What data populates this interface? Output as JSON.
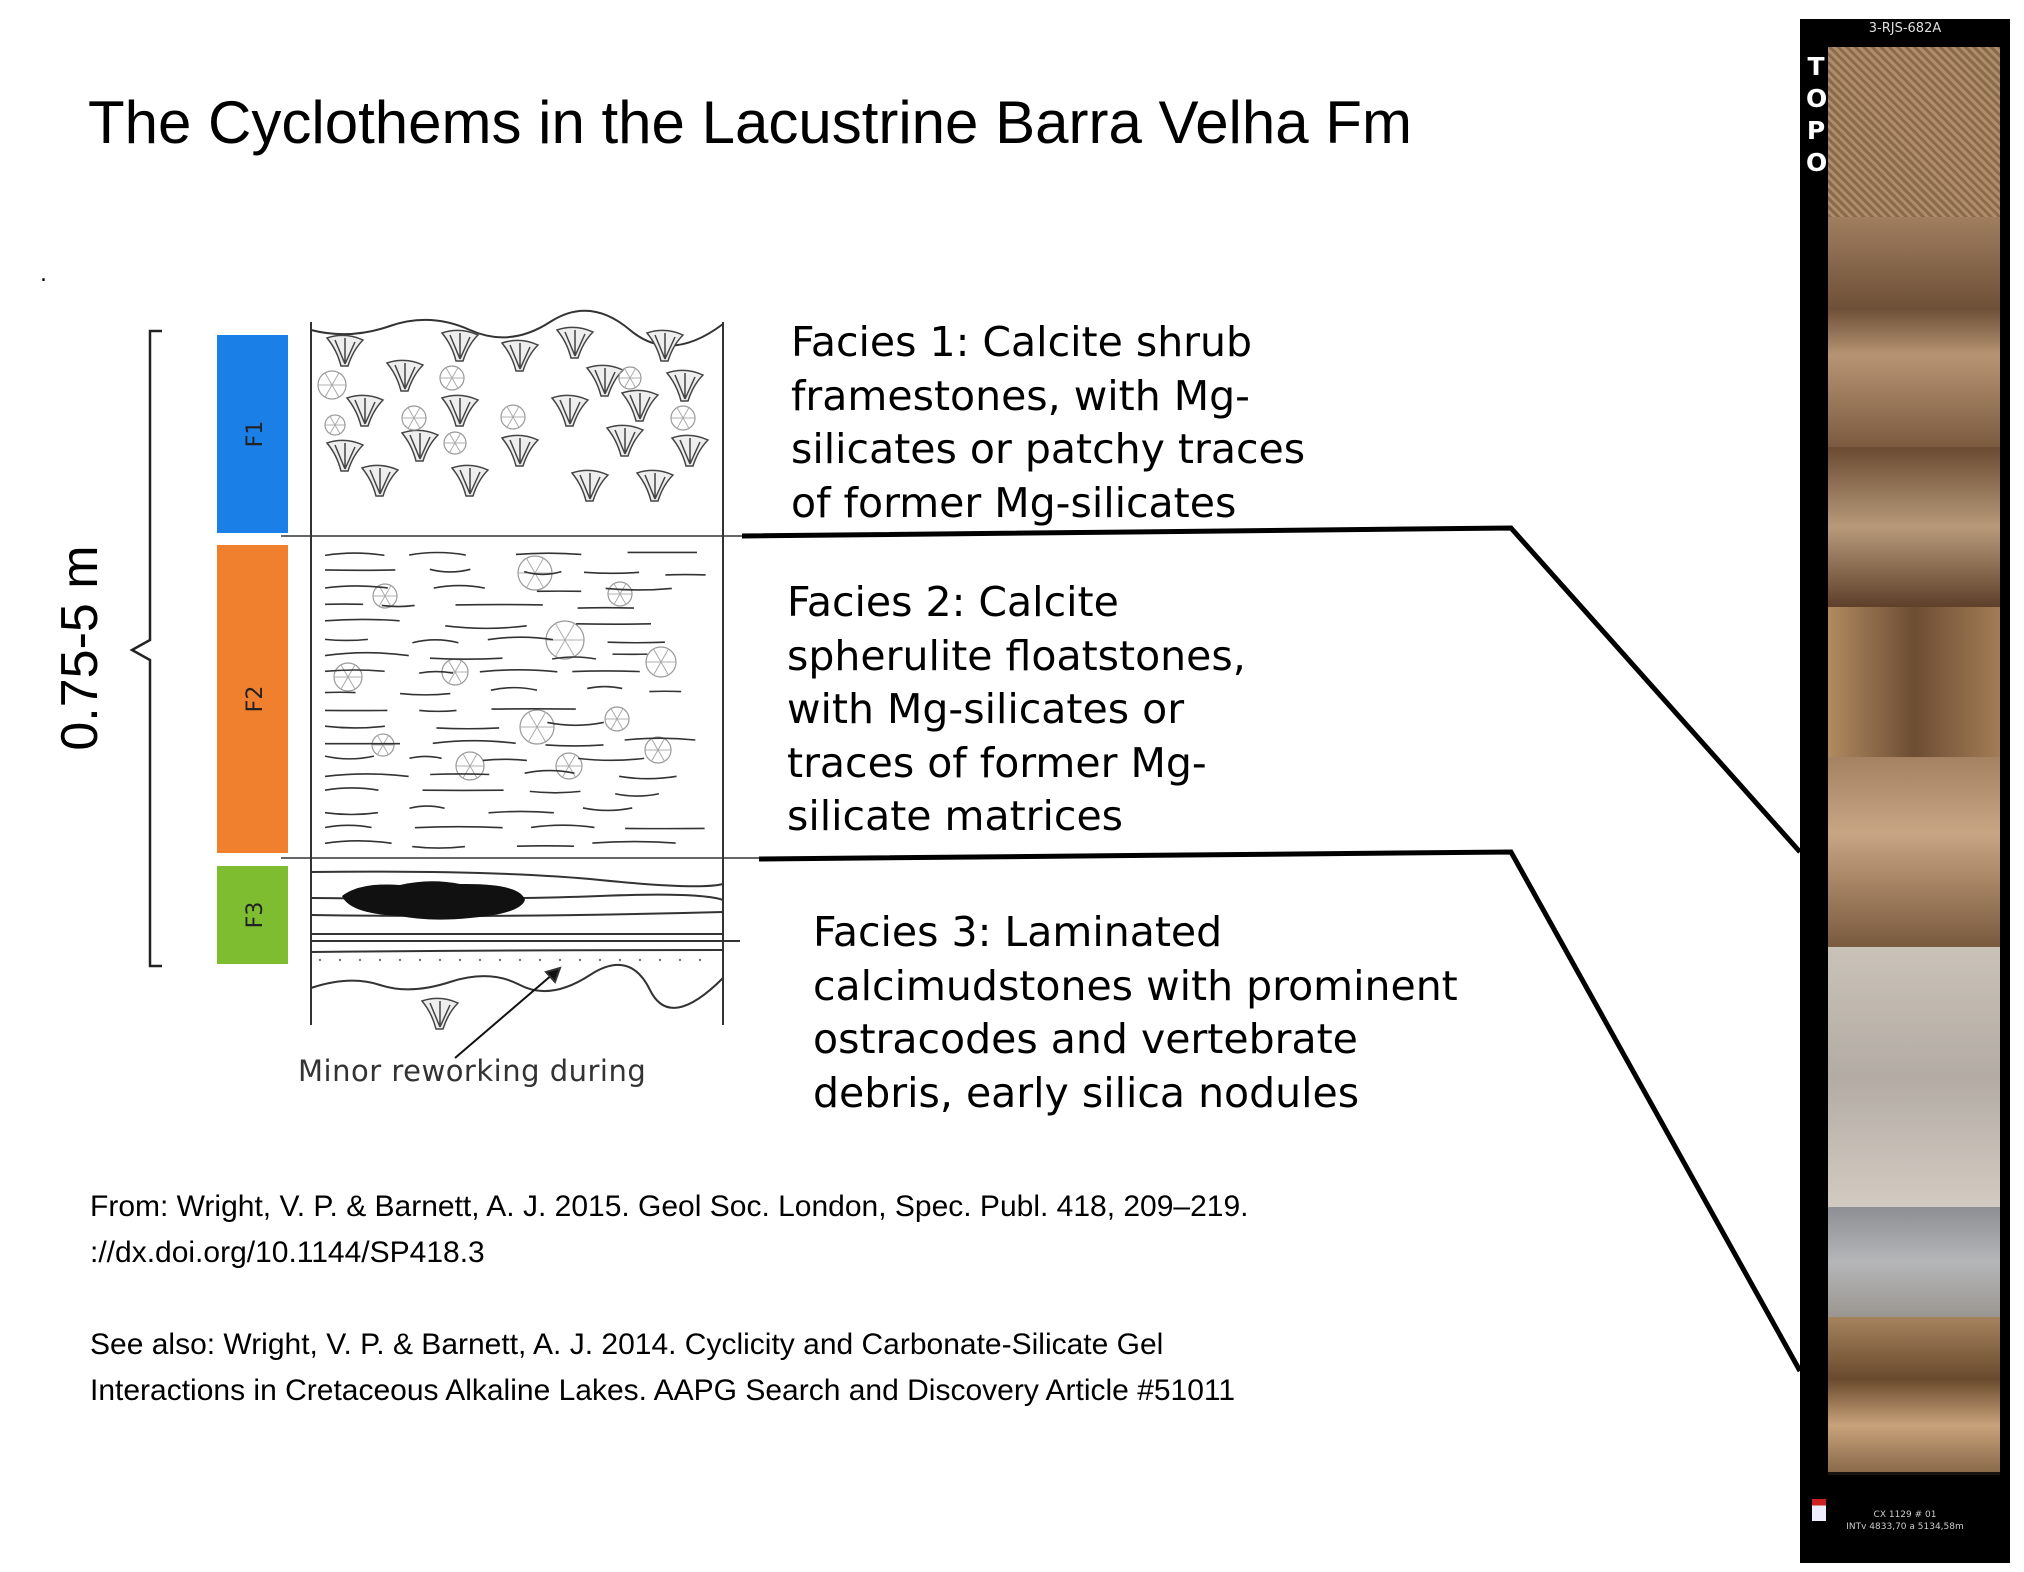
{
  "title": "The Cyclothems in the Lacustrine Barra Velha Fm",
  "stray_dot": ".",
  "thickness_label": "0.75-5 m",
  "facies_bars": [
    {
      "label": "F1",
      "color": "#1a80e8"
    },
    {
      "label": "F2",
      "color": "#f07f2e"
    },
    {
      "label": "F3",
      "color": "#7dbd2f"
    }
  ],
  "diagram_note": "Minor reworking during",
  "facies_descriptions": {
    "f1": "Facies 1: Calcite shrub\nframestones,  with Mg-\nsilicates or patchy traces\nof former Mg-silicates",
    "f2": "Facies 2: Calcite\nspherulite floatstones,\nwith Mg-silicates or\ntraces of former Mg-\nsilicate matrices",
    "f3": "Facies 3: Laminated\ncalcimudstones with prominent\nostracodes and vertebrate\ndebris, early silica nodules"
  },
  "citations": {
    "primary": "From: Wright, V. P. & Barnett, A. J. 2015. Geol Soc. London, Spec. Publ. 418, 209–219.\n://dx.doi.org/10.1144/SP418.3",
    "primary_line1": "From: Wright, V. P. & Barnett, A. J. 2015. Geol Soc. London, Spec. Publ. 418, 209–219.",
    "primary_line2": "://dx.doi.org/10.1144/SP418.3",
    "see_also_line1": "See also: Wright, V. P. & Barnett, A. J. 2014. Cyclicity and Carbonate-Silicate Gel",
    "see_also_line2": "Interactions in Cretaceous Alkaline Lakes. AAPG Search and Discovery Article #51011"
  },
  "core": {
    "well_id": "3-RJS-682A",
    "topo_label": "TOPO",
    "footer_line1": "CX 1129 # 01",
    "footer_line2": "INTv 4833,70 a 5134,58m"
  }
}
